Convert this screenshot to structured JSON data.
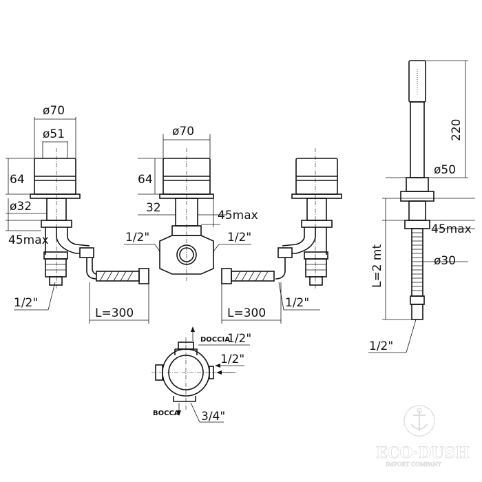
{
  "left_mixer": {
    "outer_diameter": "ø70",
    "inner_diameter": "ø51",
    "height": "64",
    "stem_diameter": "ø32",
    "max_thickness": "45max",
    "connection": "1/2\"",
    "hose_length": "L=300"
  },
  "center_diverter": {
    "outer_diameter": "ø70",
    "height": "64",
    "stem": "32",
    "max_thickness": "45max",
    "inlet_left": "1/2\"",
    "inlet_right": "1/2\"",
    "hose_length": "L=300"
  },
  "right_mixer": {
    "connection": "1/2\""
  },
  "hand_shower": {
    "length": "220",
    "holder_diameter": "ø50",
    "max_thickness": "45max",
    "hose_diameter": "ø30",
    "hose_length": "L=2 mt",
    "connection": "1/2\""
  },
  "bottom_view": {
    "shower_outlet": "DOCCIA",
    "shower_size": "1/2\"",
    "inlet": "1/2\"",
    "spout_outlet": "BOCCA",
    "spout_size": "3/4\""
  },
  "watermark": {
    "brand": "ECO·DUSH",
    "subtitle": "IMPORT COMPANY"
  }
}
